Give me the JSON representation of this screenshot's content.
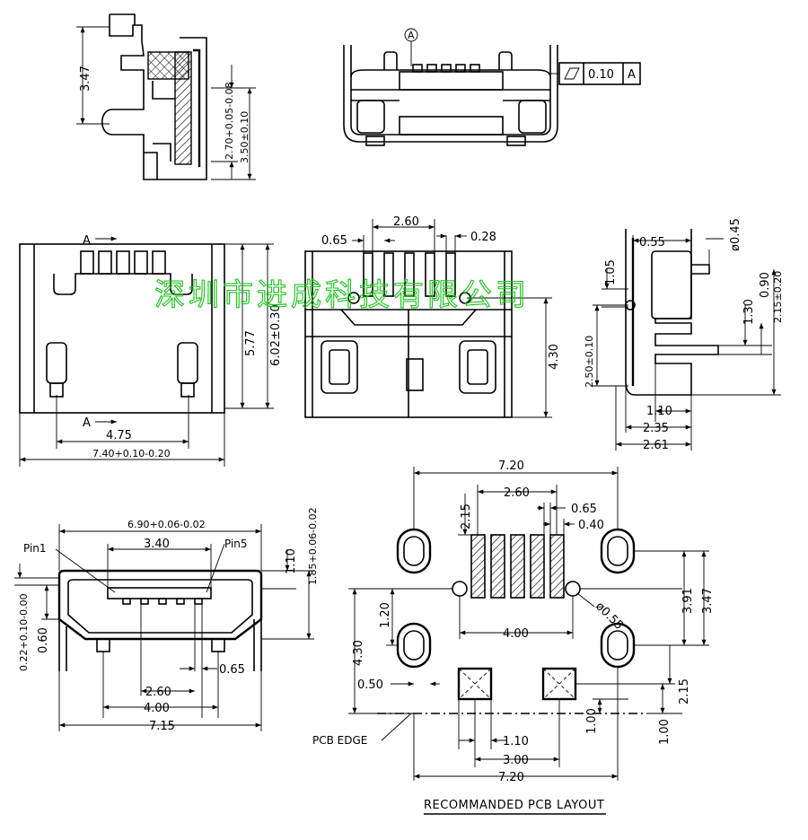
{
  "watermark": "深圳市进成科技有限公司",
  "top_side": {
    "dims": [
      "3.47",
      "2.70+0.05-0.08",
      "3.50±0.10"
    ]
  },
  "top_front": {
    "datum": "A",
    "tolerance": {
      "value": "0.10",
      "ref": "A"
    }
  },
  "mid_left": {
    "dims": [
      "5.77",
      "6.02±0.30",
      "4.75",
      "7.40+0.10-0.20"
    ],
    "section_marks": [
      "A",
      "A"
    ]
  },
  "mid_center": {
    "dims": [
      "2.60",
      "0.65",
      "0.28",
      "4.30"
    ]
  },
  "mid_right": {
    "dims": [
      "0.55",
      "ø0.45",
      "1.05",
      "1.30",
      "0.90",
      "2.15±0.20",
      "2.50±0.10",
      "1.10",
      "2.35",
      "2.61"
    ]
  },
  "bottom_left": {
    "pins": [
      "Pin1",
      "Pin5"
    ],
    "dims": [
      "6.90+0.06-0.02",
      "3.40",
      "1.10",
      "1.85+0.06-0.02",
      "0.22+0.10-0.00",
      "0.60",
      "0.65",
      "2.60",
      "4.00",
      "7.15"
    ]
  },
  "pcb": {
    "title": "RECOMMANDED PCB LAYOUT",
    "edge_label": "PCB EDGE",
    "dims": [
      "7.20",
      "2.60",
      "2.15",
      "0.65",
      "0.40",
      "3.91",
      "3.47",
      "ø0.55",
      "4.00",
      "1.20",
      "4.30",
      "0.50",
      "2.15",
      "1.00",
      "1.00",
      "1.10",
      "3.00",
      "7.20"
    ]
  }
}
